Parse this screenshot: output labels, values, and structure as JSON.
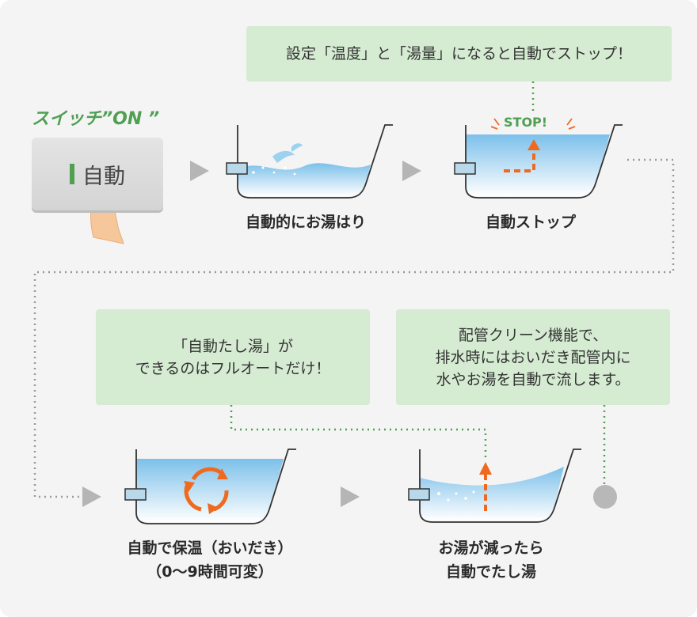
{
  "switch": {
    "title": "スイッチ”ON ”",
    "button_text": "自動"
  },
  "steps": {
    "fill": "自動的にお湯はり",
    "stop": "自動ストップ",
    "keep_warm": [
      "自動で保温（おいだき）",
      "（0〜9時間可変）"
    ],
    "top_up": [
      "お湯が減ったら",
      "自動でたし湯"
    ]
  },
  "stop_badge": "STOP!",
  "notes": {
    "stop_note": "設定「温度」と「湯量」になると自動でストップ！",
    "fullauto_note": [
      "「自動たし湯」が",
      "できるのはフルオートだけ！"
    ],
    "cleaning_note": [
      "配管クリーン機能で、",
      "排水時にはおいだき配管内に",
      "水やお湯を自動で流します。"
    ]
  },
  "colors": {
    "accent_green": "#4fa052",
    "note_bg": "#d5ecd2",
    "water_blue": "#8cc8ea",
    "arrow_orange": "#ef6a1f",
    "arrow_gray": "#b5b5b5"
  }
}
